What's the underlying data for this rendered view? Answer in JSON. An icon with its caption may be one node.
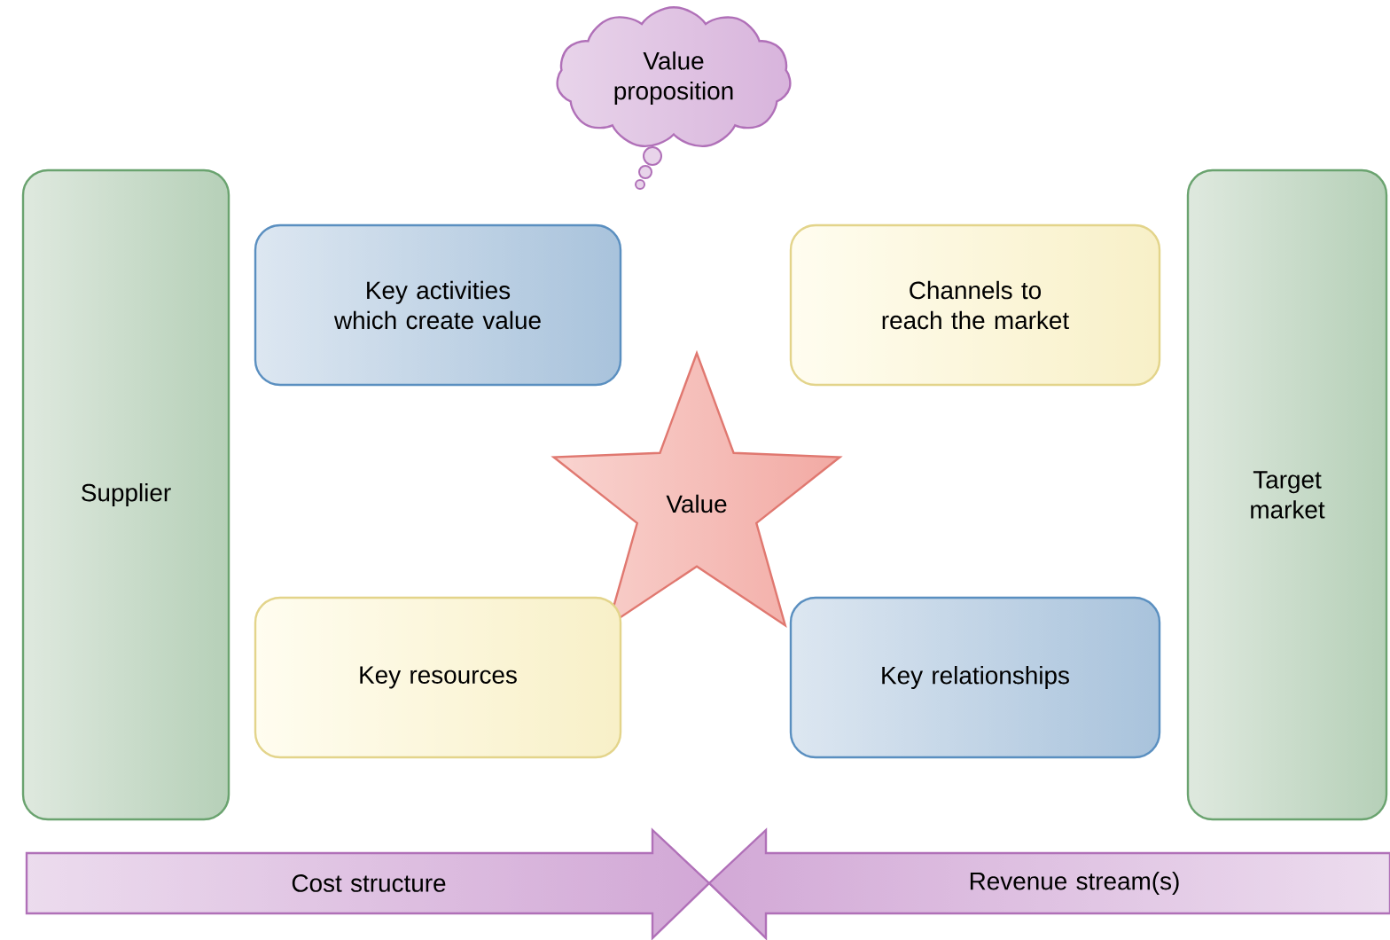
{
  "diagram": {
    "nodes": [
      {
        "text": [
          "Value proposition"
        ]
      },
      {
        "text": [
          "Supplier"
        ]
      },
      {
        "text": [
          "Key activities which create value"
        ]
      },
      {
        "text": [
          "Channels to reach the market"
        ]
      },
      {
        "text": [
          "Target market"
        ]
      },
      {
        "text": [
          "Value"
        ]
      },
      {
        "text": [
          "Key resources"
        ]
      },
      {
        "text": [
          "Key relationships"
        ]
      },
      {
        "text": [
          "Cost structure"
        ]
      },
      {
        "text": [
          "Revenue stream(s)"
        ]
      }
    ]
  }
}
